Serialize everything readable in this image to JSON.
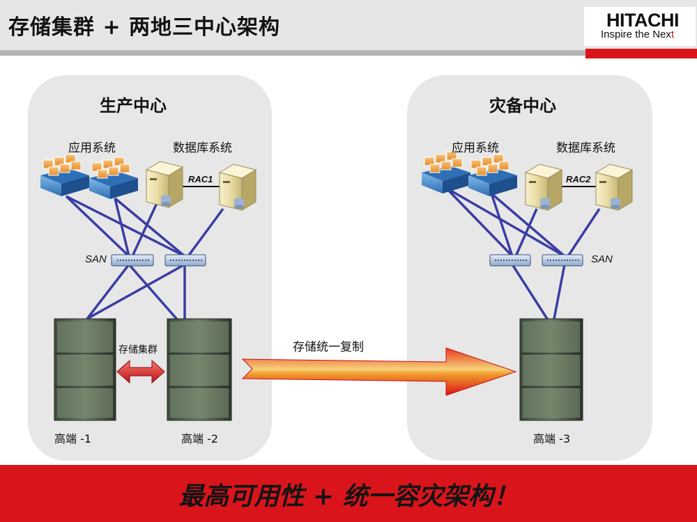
{
  "header": {
    "title": "存储集群 + 两地三中心架构"
  },
  "logo": {
    "name": "HITACHI",
    "tagline_main": "Inspire the Nex",
    "tagline_end": "t"
  },
  "production": {
    "title": "生产中心",
    "app_label": "应用系统",
    "db_label": "数据库系统",
    "rac_label": "RAC1",
    "san_label": "SAN",
    "cluster_label": "存储集群",
    "storage_1": "高端 -1",
    "storage_2": "高端 -2"
  },
  "dr": {
    "title": "灾备中心",
    "app_label": "应用系统",
    "db_label": "数据库系统",
    "rac_label": "RAC2",
    "san_label": "SAN",
    "storage_3": "高端 -3"
  },
  "replication": {
    "label": "存储统一复制"
  },
  "footer": {
    "slogan": "最高可用性 + 统一容灾架构！"
  },
  "colors": {
    "accent_red": "#d9151b",
    "link_blue": "#3a3da3",
    "panel_gray": "#e7e7e7"
  }
}
